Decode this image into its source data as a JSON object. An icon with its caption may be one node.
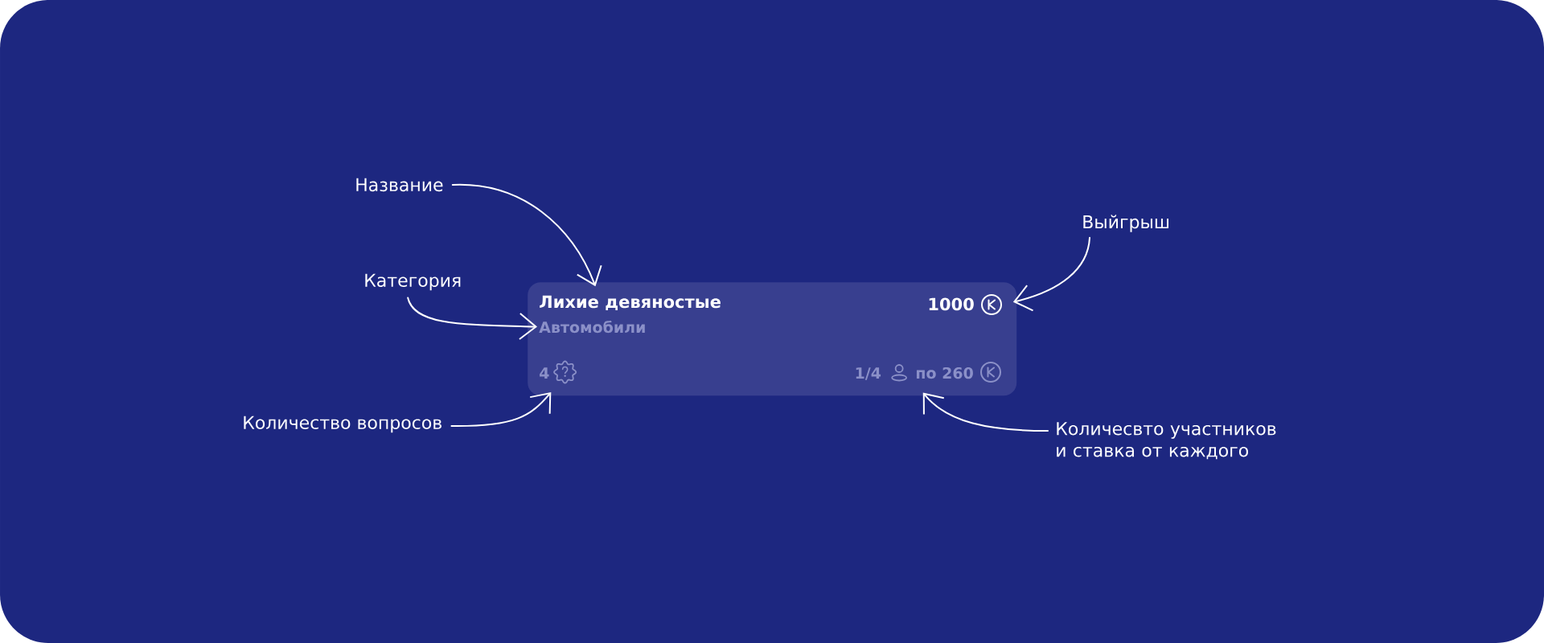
{
  "diagram": {
    "nodes": [
      {
        "text": [
          "Название"
        ]
      },
      {
        "text": [
          "Выйгрыш"
        ]
      },
      {
        "text": [
          "Категория"
        ]
      },
      {
        "text": [],
        "shape": "box"
      },
      {
        "text": [
          "Лихие девяностые"
        ],
        "in": 3
      },
      {
        "text": [
          "1000"
        ],
        "in": 3
      },
      {
        "text": [
          "Автомобили"
        ],
        "in": 3
      },
      {
        "text": [
          "4"
        ],
        "in": 3
      },
      {
        "text": [
          "1/4",
          "по 260"
        ],
        "in": 3
      },
      {
        "text": [
          "Количество вопросов"
        ]
      },
      {
        "text": [
          "Количесвто участников и ставка от каждого"
        ]
      }
    ],
    "edges": [
      {
        "from": 0,
        "to": 4,
        "arrow": "to"
      },
      {
        "from": 1,
        "to": 5,
        "arrow": "to"
      },
      {
        "from": 2,
        "to": 6,
        "arrow": "to"
      },
      {
        "from": 9,
        "to": 7,
        "arrow": "to"
      },
      {
        "from": 10,
        "to": 8,
        "arrow": "to"
      }
    ]
  }
}
